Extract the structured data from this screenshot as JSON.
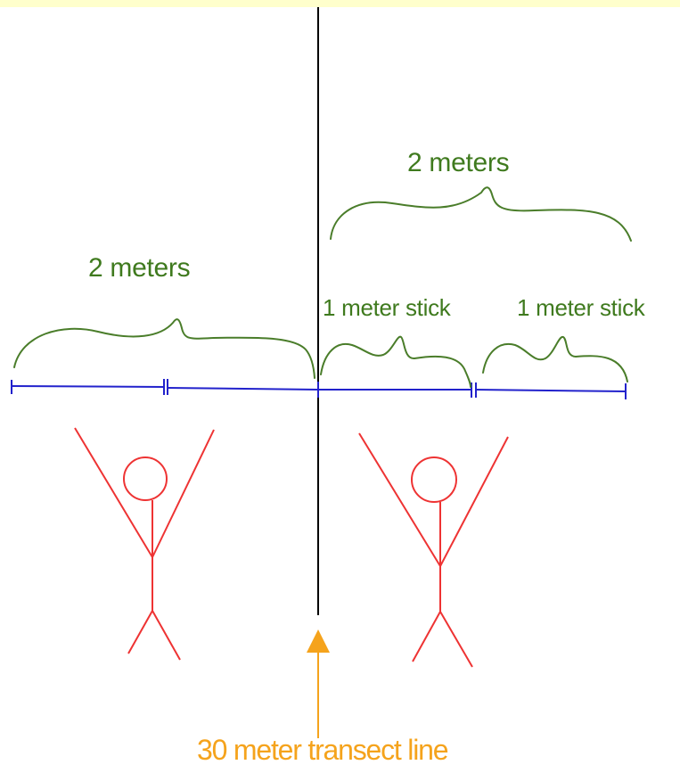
{
  "labels": {
    "right_span": "2 meters",
    "left_span": "2 meters",
    "stick_1": "1 meter stick",
    "stick_2": "1 meter stick",
    "transect": "30 meter transect line"
  },
  "colors": {
    "top_band": "#ffffcc",
    "transect_line": "#000000",
    "measure_line": "#2222cc",
    "brace": "#4a7d2a",
    "person": "#ee3333",
    "arrow": "#f5a31c",
    "label_green": "#3f7a1e",
    "label_orange": "#f5a31c"
  },
  "icons": {
    "left_person": "stick-figure-arms-raised",
    "right_person": "stick-figure-arms-raised",
    "arrow": "arrow-up"
  }
}
